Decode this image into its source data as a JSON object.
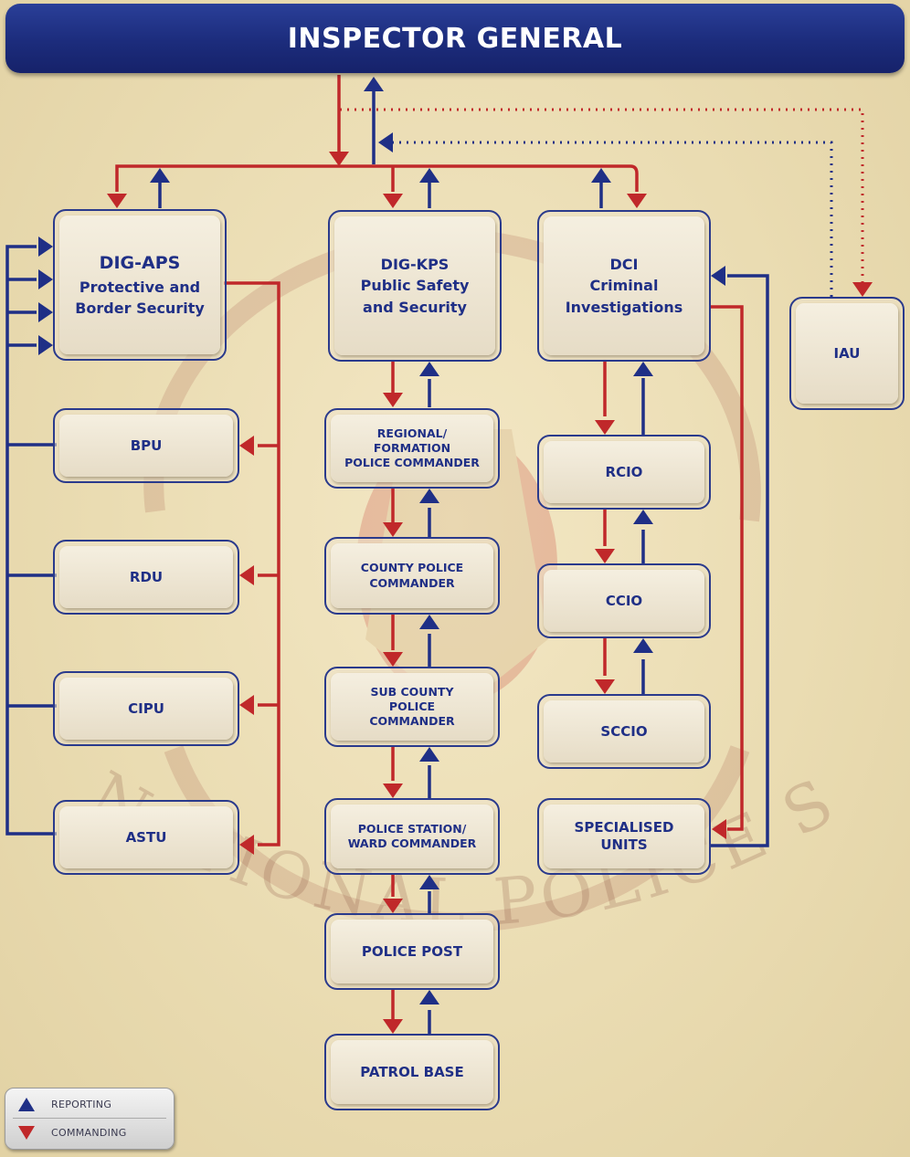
{
  "header": {
    "title": "INSPECTOR GENERAL"
  },
  "boxes": {
    "dig_aps": {
      "title": "DIG-APS",
      "subtitle": "Protective and\nBorder Security"
    },
    "dig_kps": {
      "text": "DIG-KPS\nPublic Safety\nand Security"
    },
    "dci": {
      "text": "DCI\nCriminal\nInvestigations"
    },
    "iau": {
      "text": "IAU"
    },
    "bpu": {
      "text": "BPU"
    },
    "rdu": {
      "text": "RDU"
    },
    "cipu": {
      "text": "CIPU"
    },
    "astu": {
      "text": "ASTU"
    },
    "regional": {
      "text": "REGIONAL/\nFORMATION\nPOLICE COMMANDER"
    },
    "county": {
      "text": "COUNTY POLICE\nCOMMANDER"
    },
    "sub_county": {
      "text": "SUB COUNTY\nPOLICE\nCOMMANDER"
    },
    "station": {
      "text": "POLICE STATION/\nWARD COMMANDER"
    },
    "post": {
      "text": "POLICE POST"
    },
    "patrol": {
      "text": "PATROL BASE"
    },
    "rcio": {
      "text": "RCIO"
    },
    "ccio": {
      "text": "CCIO"
    },
    "sccio": {
      "text": "SCCIO"
    },
    "specialised": {
      "text": "SPECIALISED\nUNITS"
    }
  },
  "legend": {
    "reporting": "REPORTING",
    "commanding": "COMMANDING"
  },
  "watermark": {
    "text": "NATIONAL POLICE SERVICE"
  },
  "colors": {
    "reporting": "#1f2f86",
    "commanding": "#c0282a"
  }
}
